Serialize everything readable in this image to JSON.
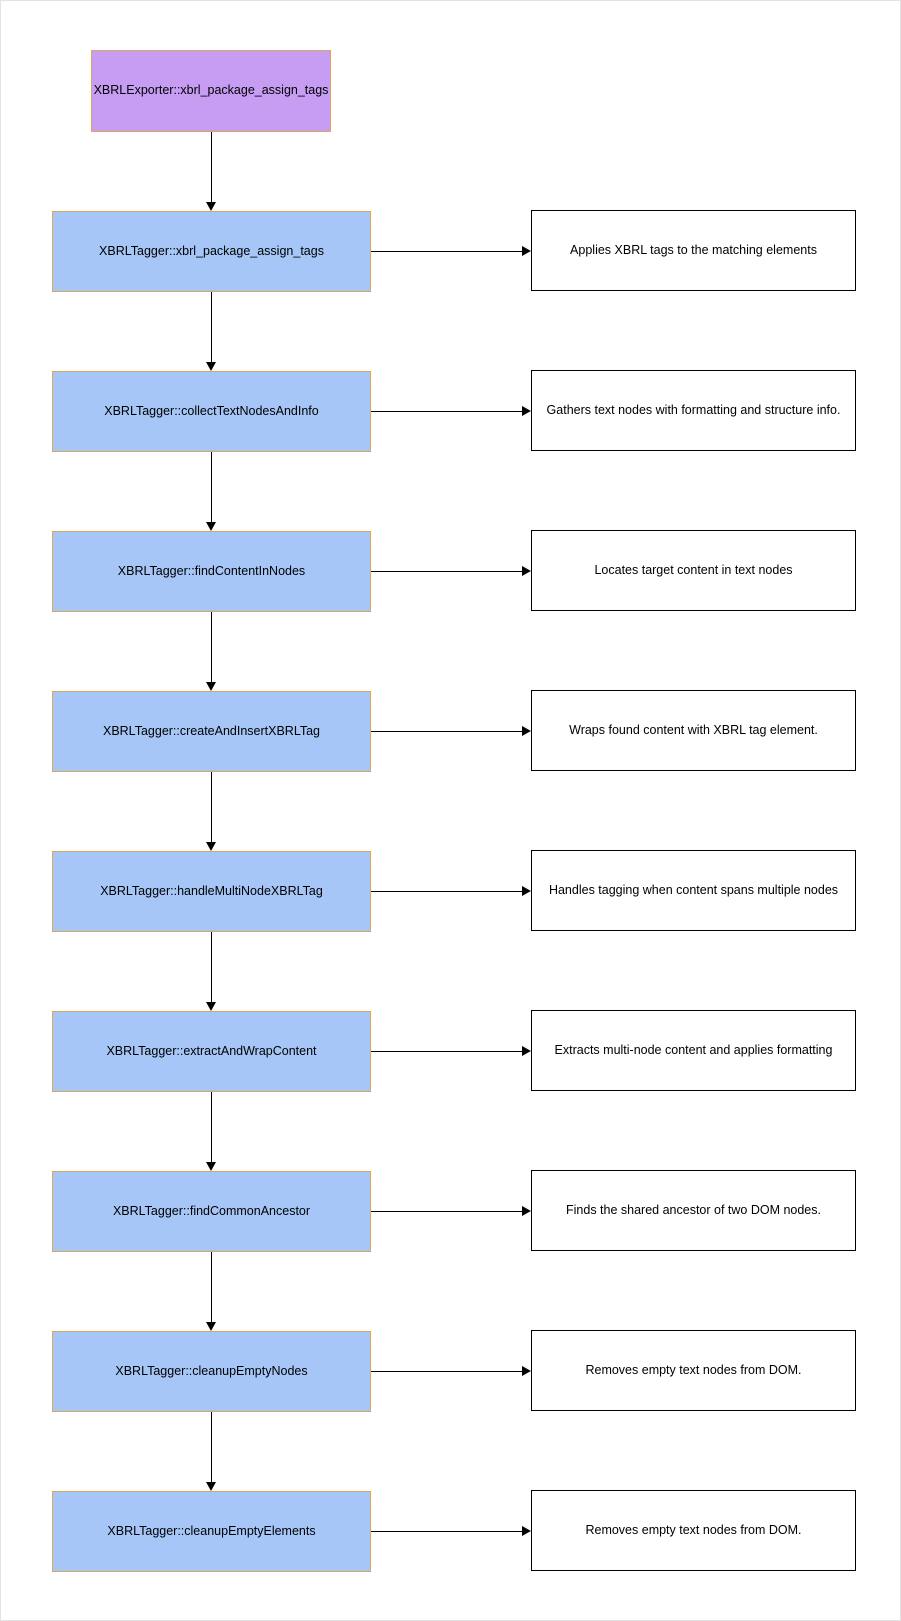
{
  "flowchart": {
    "root": {
      "label": "XBRLExporter::xbrl_package_assign_tags"
    },
    "rows": [
      {
        "step": "XBRLTagger::xbrl_package_assign_tags",
        "desc": "Applies XBRL tags to the matching elements"
      },
      {
        "step": "XBRLTagger::collectTextNodesAndInfo",
        "desc": "Gathers text nodes with formatting and structure info."
      },
      {
        "step": "XBRLTagger::findContentInNodes",
        "desc": "Locates target content in text nodes"
      },
      {
        "step": "XBRLTagger::createAndInsertXBRLTag",
        "desc": "Wraps found content with XBRL tag element."
      },
      {
        "step": "XBRLTagger::handleMultiNodeXBRLTag",
        "desc": "Handles tagging when content spans multiple nodes"
      },
      {
        "step": "XBRLTagger::extractAndWrapContent",
        "desc": "Extracts multi-node content and applies formatting"
      },
      {
        "step": "XBRLTagger::findCommonAncestor",
        "desc": "Finds the shared ancestor of two DOM nodes."
      },
      {
        "step": "XBRLTagger::cleanupEmptyNodes",
        "desc": "Removes empty text nodes from DOM."
      },
      {
        "step": "XBRLTagger::cleanupEmptyElements",
        "desc": "Removes empty text nodes from DOM."
      }
    ],
    "colors": {
      "step_fill": "#A5C6F6",
      "step_border": "#DBA858",
      "root_fill": "#C69DF2",
      "root_border": "#DBA858",
      "desc_fill": "#FFFFFF",
      "desc_border": "#000000",
      "line": "#000000"
    }
  }
}
